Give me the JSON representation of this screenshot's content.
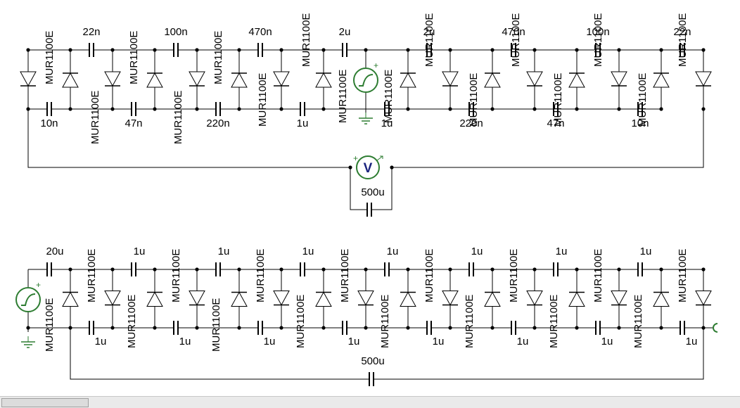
{
  "schematic": {
    "diode_part": "MUR1100E",
    "top_circuit": {
      "top_row_caps": [
        "22n",
        "100n",
        "470n",
        "2u",
        "2u",
        "470n",
        "100n",
        "22n"
      ],
      "bottom_row_caps": [
        "10n",
        "47n",
        "220n",
        "1u",
        "1u",
        "220n",
        "47n",
        "10n"
      ],
      "meter_symbol": "V",
      "load_cap": "500u",
      "source_polarity": "+"
    },
    "bottom_circuit": {
      "top_row_caps": [
        "20u",
        "1u",
        "1u",
        "1u",
        "1u",
        "1u",
        "1u",
        "1u"
      ],
      "bottom_row_caps": [
        "1u",
        "1u",
        "1u",
        "1u",
        "1u",
        "1u",
        "1u",
        "1u"
      ],
      "load_cap": "500u",
      "source_polarity": "+"
    }
  },
  "colors": {
    "wire": "#000000",
    "source": "#2e7d32",
    "ground": "#2e7d32",
    "meter_text": "#1a237e",
    "background": "#ffffff"
  }
}
